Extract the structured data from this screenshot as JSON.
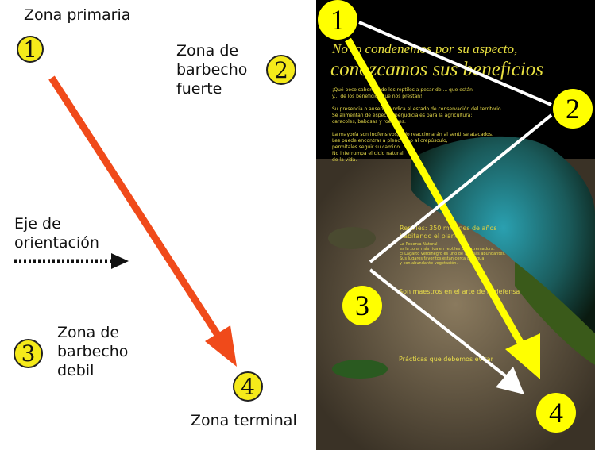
{
  "left_diagram": {
    "zones": [
      {
        "number": "1",
        "label": "Zona primaria"
      },
      {
        "number": "2",
        "label": "Zona de\nbarbecho\nfuerte"
      },
      {
        "number": "3",
        "label": "Zona de\nbarbecho\ndebil"
      },
      {
        "number": "4",
        "label": "Zona terminal"
      }
    ],
    "axis_label": "Eje de\norientación",
    "colors": {
      "circle": "#f5ea1a",
      "arrow": "#f04a1a"
    }
  },
  "poster": {
    "title_line1": "No lo condenemos por su aspecto,",
    "title_line2": "conozcamos sus beneficios",
    "intro": "¡Qué poco sabemos de los reptiles a pesar de ... que están\ny... de los beneficios que nos prestan!\n\nSu presencia o ausencia indica el estado de conservación del territorio.\nSe alimentan de especies perjudiciales para la agricultura:\ncaracoles, babosas y roedores.\n\nLa mayoría son inofensivos, sólo reaccionarán al sentirse atacados.\nLes puede encontrar a pleno sol o al crepúsculo,\npermítales seguir su camino.\nNo interrumpa el ciclo natural\nde la vida.",
    "section1_title": "Reptiles: 350 millones de años\nhabitando el planeta",
    "section1_body": "La Reserva Natural\nes la zona más rica en reptiles de Extremadura.\nEl Lagarto verdinegro es uno de los más abundantes.\nSus lugares favoritos están cerca del agua\ny con abundante vegetación.",
    "section2_title": "Son maestros en el arte de la defensa",
    "section3_title": "Prácticas que debemos evitar",
    "markers": [
      "1",
      "2",
      "3",
      "4"
    ],
    "colors": {
      "marker": "#ffff00",
      "arrow": "#ffff00",
      "path": "#ffffff"
    }
  }
}
